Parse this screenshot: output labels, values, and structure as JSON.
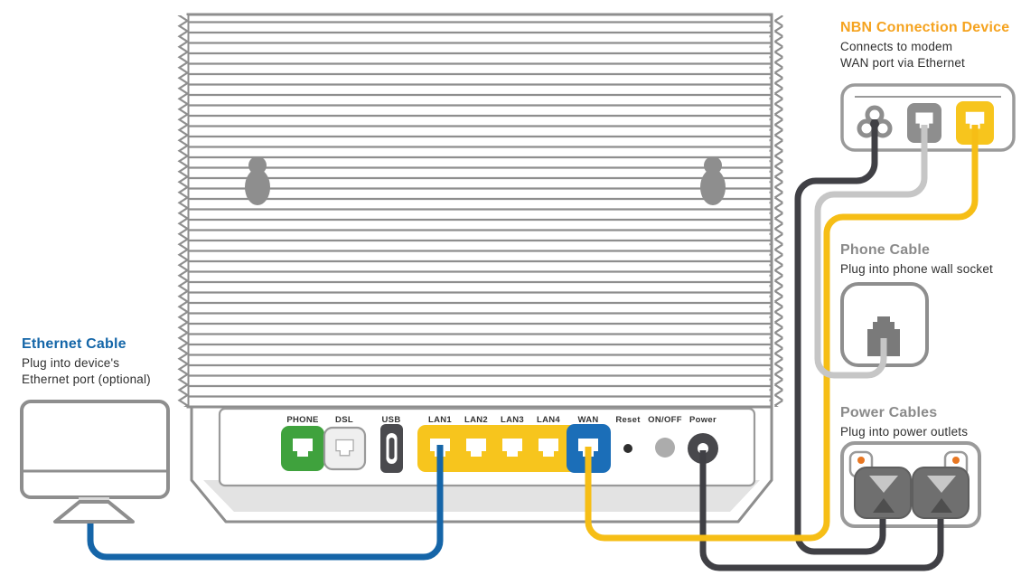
{
  "colors": {
    "accent_orange": "#F5A31F",
    "accent_blue": "#1466A8",
    "label_gray": "#8A8A8A",
    "cable_blue": "#1565A8",
    "cable_yellow": "#F6BE16",
    "cable_gray": "#C6C6C6",
    "cable_black": "#404045",
    "port_green": "#3FA23D",
    "port_yellow": "#F7C51D",
    "port_blue": "#1B6EB8",
    "outline_gray": "#8E8E8E",
    "switch_orange": "#E87722",
    "text_dark": "#2F2F2F"
  },
  "annotations": {
    "nbn_device": {
      "title": "NBN Connection Device",
      "line1": "Connects to modem",
      "line2": "WAN port via Ethernet"
    },
    "ethernet_cable": {
      "title": "Ethernet Cable",
      "line1": "Plug into device's",
      "line2": "Ethernet port (optional)"
    },
    "phone_cable": {
      "title": "Phone Cable",
      "line1": "Plug into phone wall socket"
    },
    "power_cables": {
      "title": "Power Cables",
      "line1": "Plug into power outlets"
    }
  },
  "modem": {
    "port_labels": [
      "PHONE",
      "DSL",
      "USB",
      "LAN1",
      "LAN2",
      "LAN3",
      "LAN4",
      "WAN",
      "Reset",
      "ON/OFF",
      "Power"
    ]
  },
  "cables": [
    {
      "name": "ethernet-cable",
      "color": "blue",
      "from": "modem LAN1 port",
      "to": "computer (behind stand)"
    },
    {
      "name": "wan-ethernet-cable",
      "color": "yellow",
      "from": "modem WAN port",
      "to": "NBN connection device yellow port"
    },
    {
      "name": "phone-cable",
      "color": "light-gray",
      "from": "NBN connection device middle port",
      "to": "phone wall socket"
    },
    {
      "name": "nbn-power-cable",
      "color": "black",
      "from": "NBN connection device power connector",
      "to": "power outlet left plug"
    },
    {
      "name": "modem-power-cable",
      "color": "black",
      "from": "modem Power jack",
      "to": "power outlet right plug"
    }
  ]
}
